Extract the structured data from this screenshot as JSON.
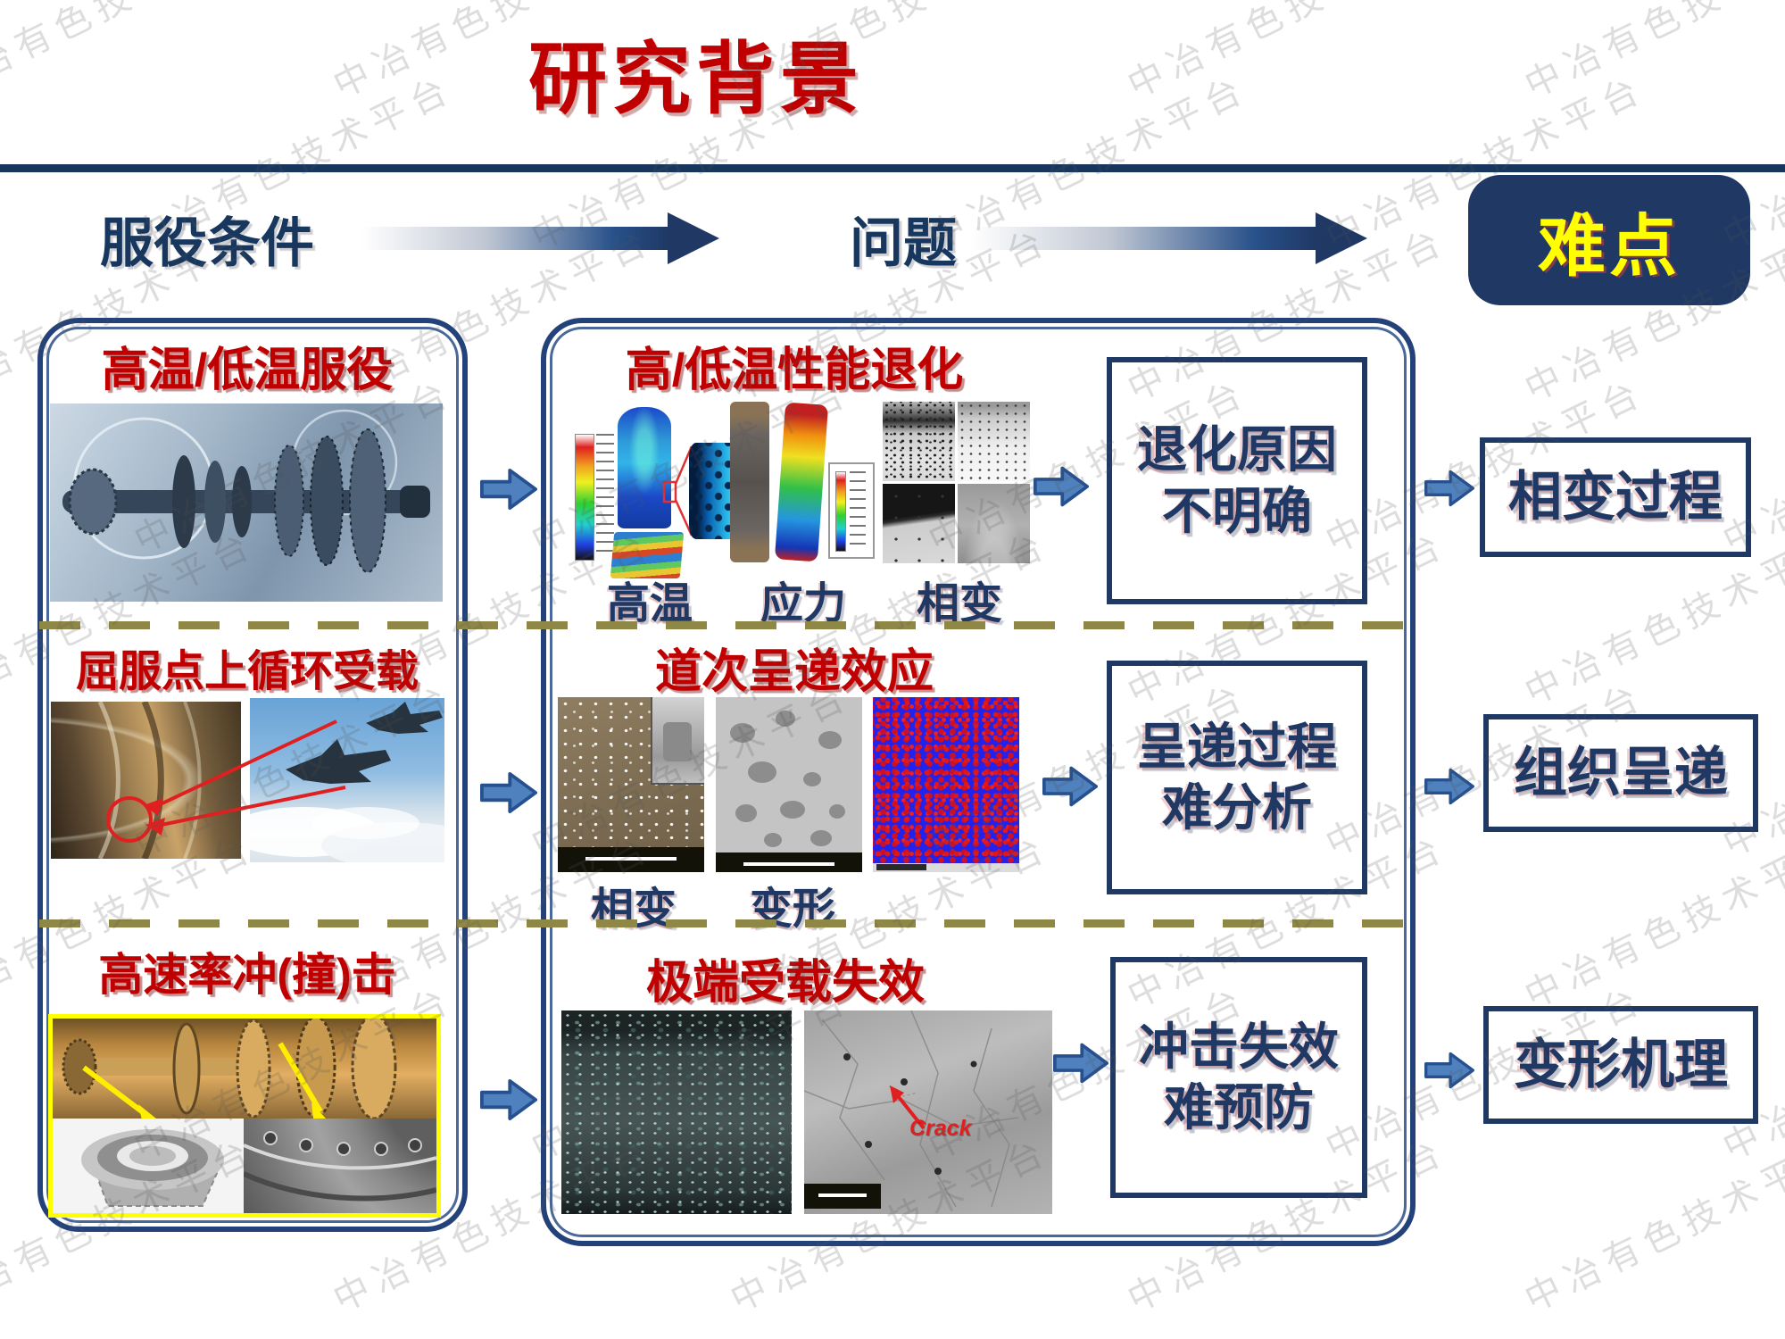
{
  "watermark": {
    "text": "中冶有色技术平台"
  },
  "title": "研究背景",
  "flow_header": {
    "service_conditions": "服役条件",
    "problems": "问题",
    "difficulties": "难点"
  },
  "row1": {
    "condition_title": "高温/低温服役",
    "problem_title": "高/低温性能退化",
    "labels": {
      "temp": "高温",
      "stress": "应力",
      "phase": "相变"
    },
    "issue_line1": "退化原因",
    "issue_line2": "不明确",
    "difficulty": "相变过程"
  },
  "row2": {
    "condition_title": "屈服点上循环受载",
    "problem_title": "道次呈递效应",
    "labels": {
      "phase": "相变",
      "deform": "变形"
    },
    "issue_line1": "呈递过程",
    "issue_line2": "难分析",
    "difficulty": "组织呈递"
  },
  "row3": {
    "condition_title": "高速率冲(撞)击",
    "problem_title": "极端受载失效",
    "crack_label": "Crack",
    "issue_line1": "冲击失效",
    "issue_line2": "难预防",
    "difficulty": "变形机理"
  },
  "colors": {
    "accent_red": "#C00000",
    "navy": "#1F3864",
    "arrow_blue": "#4E81BD",
    "badge_yellow": "#FFFF00",
    "dash_olive": "#8F8746",
    "yellow_frame": "#FFFF00"
  }
}
